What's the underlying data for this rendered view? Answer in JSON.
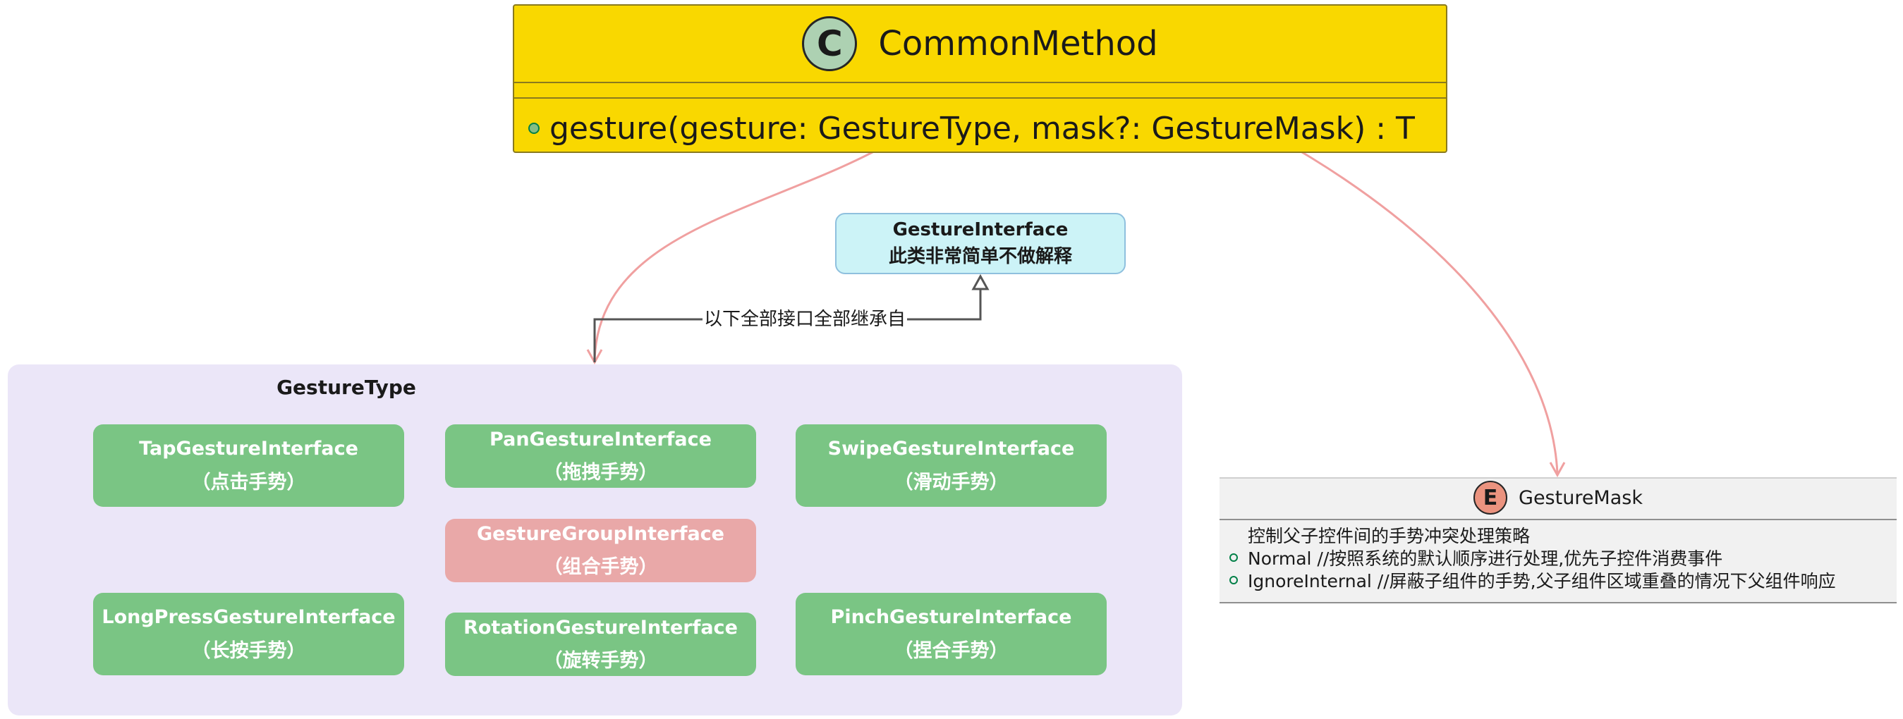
{
  "common_method": {
    "badge": "C",
    "name": "CommonMethod",
    "method": "gesture(gesture: GestureType, mask?: GestureMask) : T"
  },
  "gesture_interface": {
    "title": "GestureInterface",
    "note": "此类非常简单不做解释"
  },
  "inherit_label": "以下全部接口全部继承自",
  "gesture_type": {
    "title": "GestureType",
    "items": [
      {
        "name": "TapGestureInterface",
        "desc": "（点击手势）"
      },
      {
        "name": "PanGestureInterface",
        "desc": "（拖拽手势）"
      },
      {
        "name": "SwipeGestureInterface",
        "desc": "（滑动手势）"
      },
      {
        "name": "GestureGroupInterface",
        "desc": "（组合手势）"
      },
      {
        "name": "LongPressGestureInterface",
        "desc": "（长按手势）"
      },
      {
        "name": "RotationGestureInterface",
        "desc": "（旋转手势）"
      },
      {
        "name": "PinchGestureInterface",
        "desc": "（捏合手势）"
      }
    ]
  },
  "gesture_mask": {
    "badge": "E",
    "name": "GestureMask",
    "description": "控制父子控件间的手势冲突处理策略",
    "values": [
      "Normal //按照系统的默认顺序进行处理,优先子控件消费事件",
      "IgnoreInternal //屏蔽子组件的手势,父子组件区域重叠的情况下父组件响应"
    ]
  },
  "colors": {
    "class_header": "#f9d800",
    "class_badge": "#add1b2",
    "enum_badge": "#eb937f",
    "note_bg": "#ccf3f7",
    "package_bg": "#ebe6f8",
    "interface_green": "#7ac584",
    "interface_red": "#e9a8a8",
    "arrow_red": "#f0a0a0",
    "arrow_dark": "#555555"
  }
}
